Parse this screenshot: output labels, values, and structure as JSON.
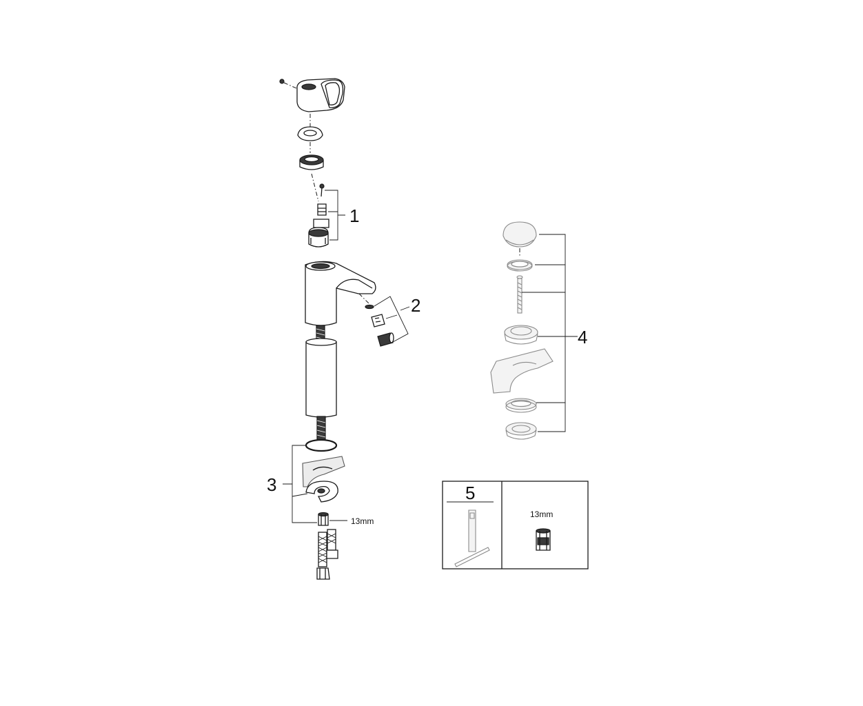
{
  "callouts": {
    "c1": "1",
    "c2": "2",
    "c3": "3",
    "c4": "4",
    "c5": "5"
  },
  "labels": {
    "nut_size_main": "13mm",
    "nut_size_box": "13mm"
  },
  "colors": {
    "line": "#1a1a1a",
    "faded_part": "#8a8a8a"
  }
}
